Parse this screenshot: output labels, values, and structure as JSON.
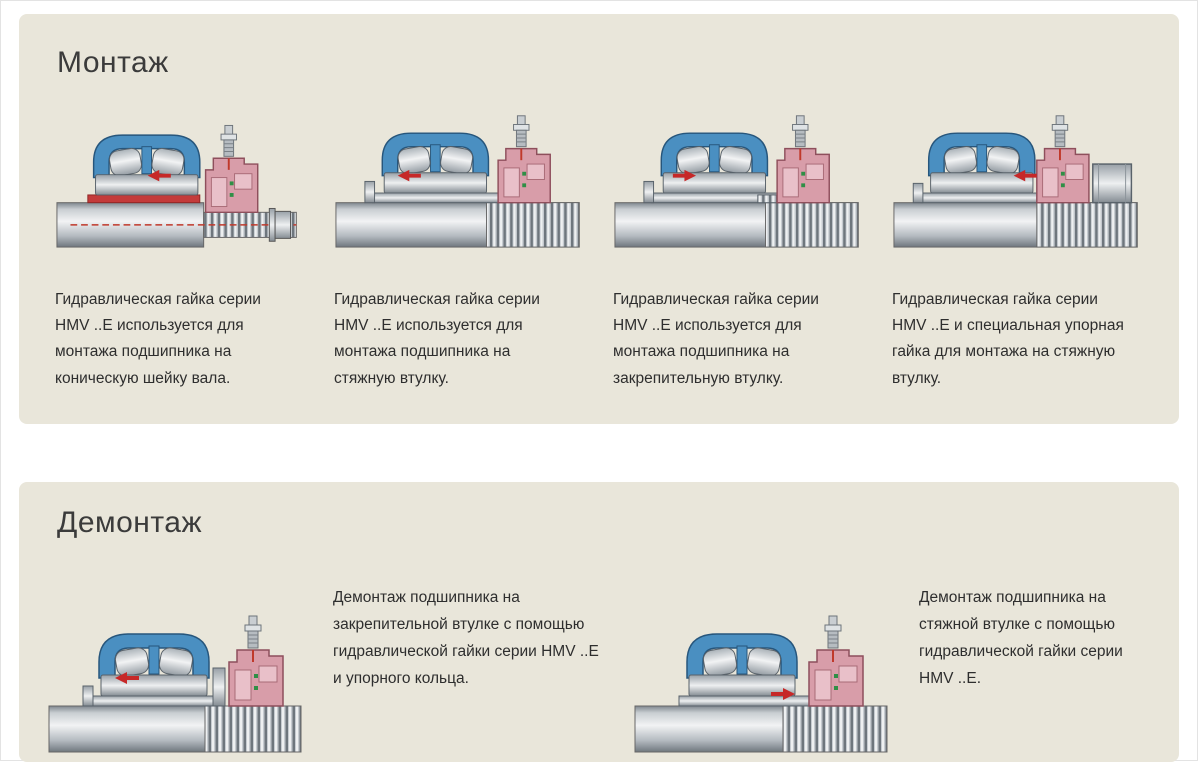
{
  "colors": {
    "panel_background": "#e9e6da",
    "accent_red": "#c62828",
    "bearing_blue": "#4a8fc1",
    "hydraulic_nut_pink": "#d89da9"
  },
  "mounting": {
    "title": "Монтаж",
    "items": [
      {
        "caption": "Гидравлическая гайка серии HMV ..E используется для монтажа подшипника на коническую шейку вала."
      },
      {
        "caption": "Гидравлическая гайка серии HMV ..E используется для монтажа подшипника на стяжную втулку."
      },
      {
        "caption": "Гидравлическая гайка серии HMV ..E используется для монтажа подшипника на закрепительную втулку."
      },
      {
        "caption": "Гидравлическая гайка серии HMV ..E и специальная упорная гайка для монтажа на стяжную втулку."
      }
    ]
  },
  "dismounting": {
    "title": "Демонтаж",
    "items": [
      {
        "caption": "Демонтаж подшипника на закрепительной втулке с помощью гидравлической гайки серии HMV ..E и упорного кольца."
      },
      {
        "caption": "Демонтаж подшипника на стяжной втулке с помощью гидравлической гайки серии HMV ..E."
      }
    ]
  }
}
